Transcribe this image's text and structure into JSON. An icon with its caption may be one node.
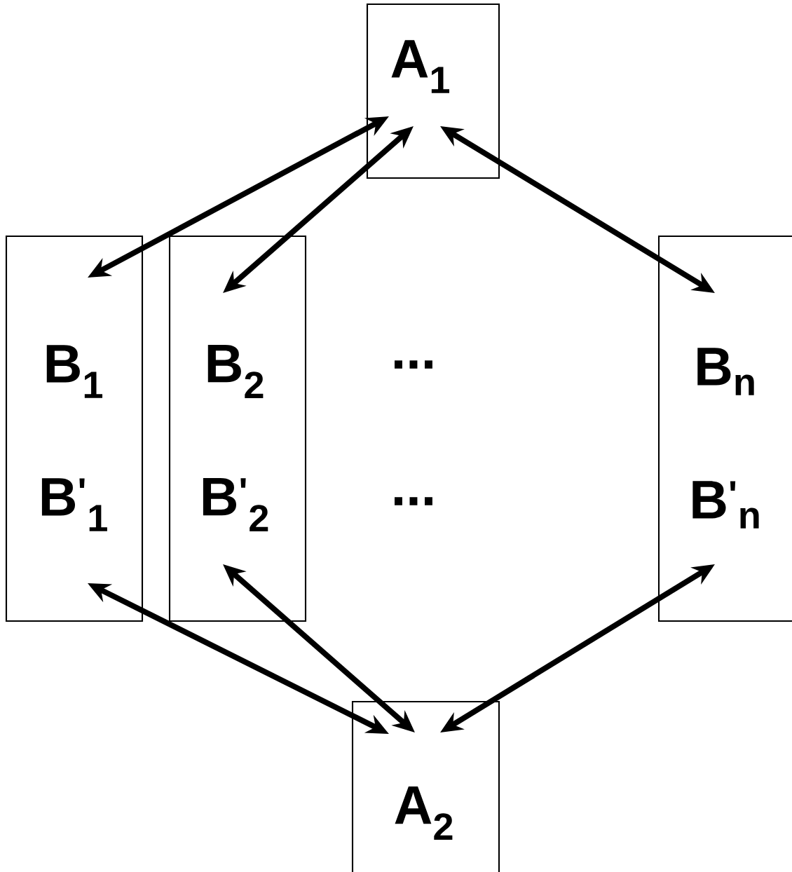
{
  "diagram": {
    "nodes": [
      {
        "text": [
          "A$_{1}$"
        ]
      },
      {
        "text": [
          "B$_{1}$",
          "B$^{'}$$_{1}$"
        ]
      },
      {
        "text": [
          "B$_{2}$",
          "B$^{'}$$_{2}$"
        ]
      },
      {
        "text": [
          "B$_{n}$",
          "B$^{'}$$_{n}$"
        ]
      },
      {
        "text": [
          "A$_{2}$"
        ]
      }
    ],
    "edges": [
      {
        "from": 0,
        "to": 1,
        "arrow": "both"
      },
      {
        "from": 0,
        "to": 2,
        "arrow": "both"
      },
      {
        "from": 0,
        "to": 3,
        "arrow": "both"
      },
      {
        "from": 1,
        "to": 4,
        "arrow": "both"
      },
      {
        "from": 2,
        "to": 4,
        "arrow": "both"
      },
      {
        "from": 3,
        "to": 4,
        "arrow": "both"
      }
    ],
    "labels": [
      "...",
      "..."
    ]
  }
}
